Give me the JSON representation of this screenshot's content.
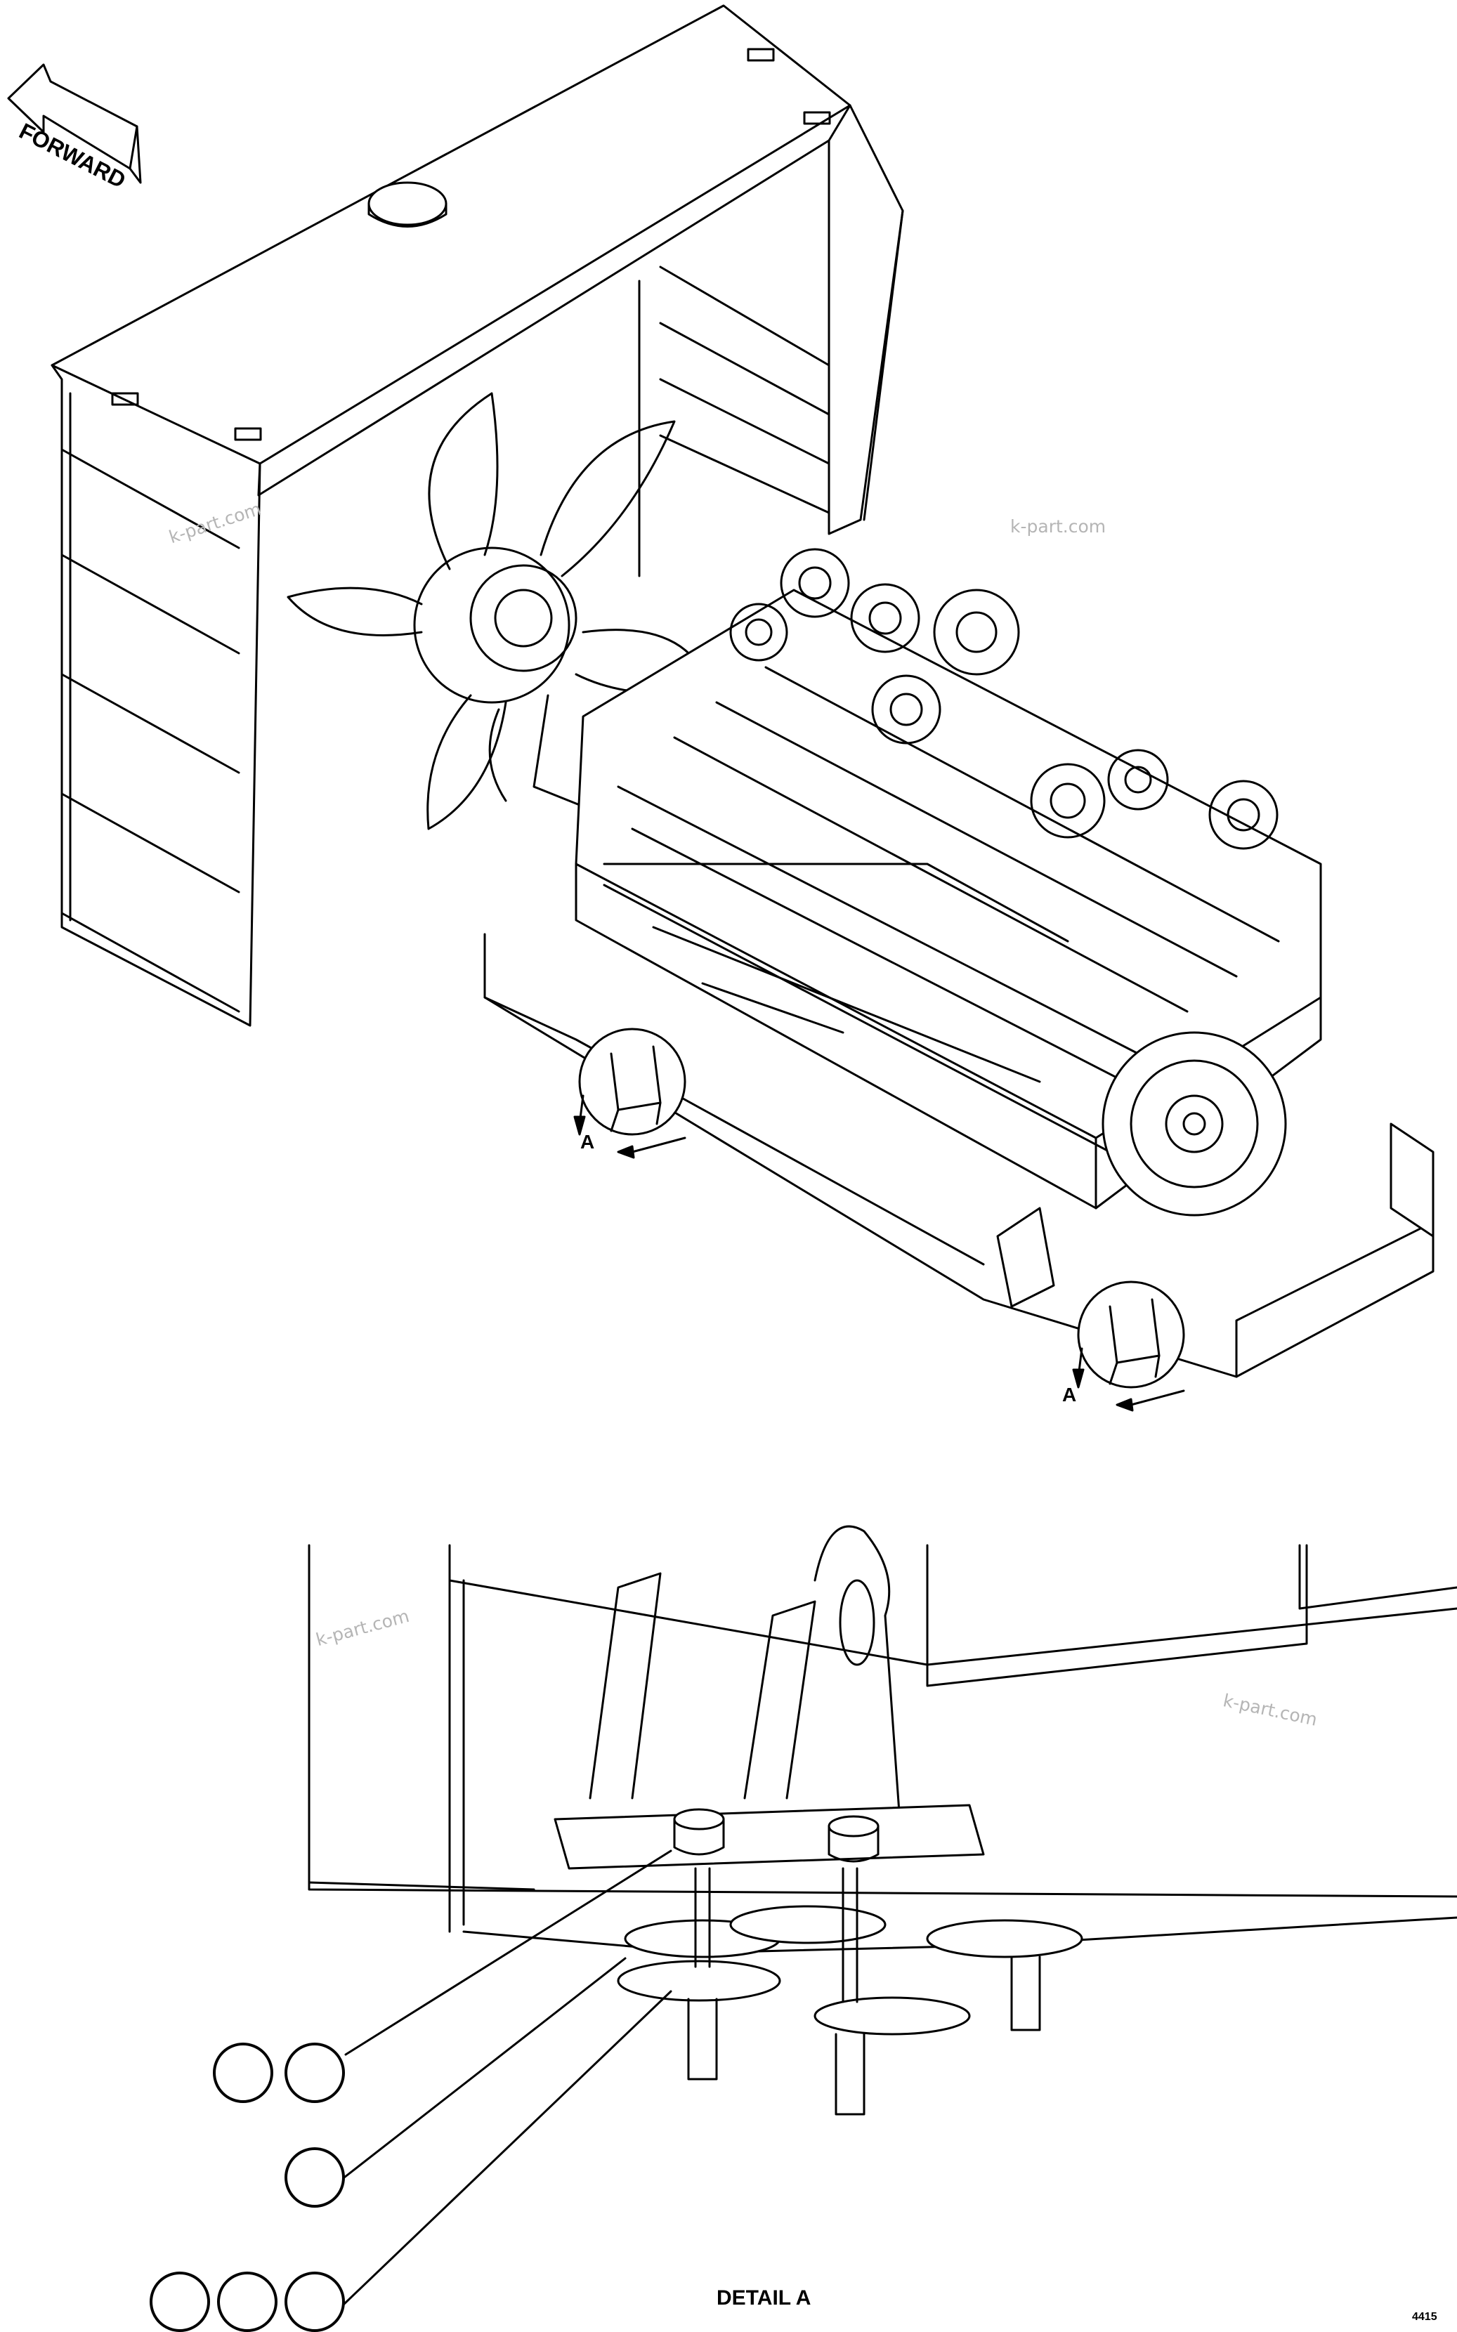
{
  "arrow": {
    "label": "FORWARD"
  },
  "view_labels": {
    "left": "A",
    "right": "A"
  },
  "detail": {
    "title": "DETAIL A"
  },
  "sheet_code": "4415",
  "watermarks": [
    "k-part.com",
    "k-part.com",
    "k-part.com",
    "k-part.com"
  ],
  "callouts": [
    {
      "group": "upper",
      "bubbles": 2
    },
    {
      "group": "middle",
      "bubbles": 1
    },
    {
      "group": "lower",
      "bubbles": 3
    }
  ],
  "colors": {
    "line": "#000000",
    "watermark": "#b5b5b5",
    "background": "#ffffff"
  }
}
